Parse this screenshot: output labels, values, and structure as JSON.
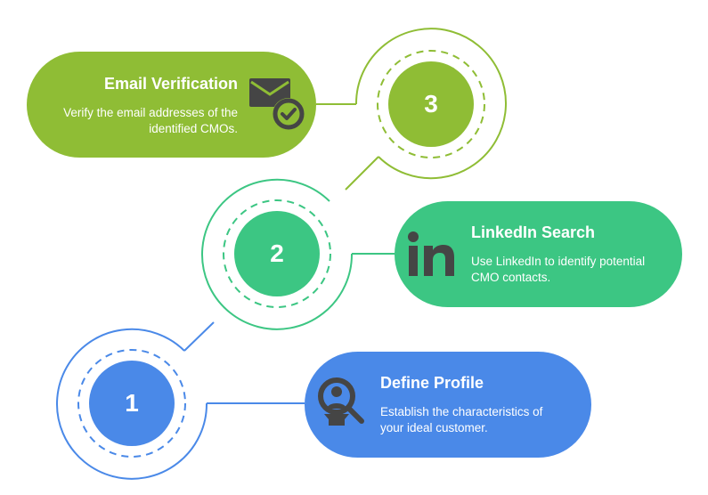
{
  "colors": {
    "step3": "#8fbd35",
    "step2": "#3cc683",
    "step1": "#4a89e8",
    "icon": "#454545"
  },
  "steps": [
    {
      "number": "1",
      "title": "Define Profile",
      "description": "Establish the characteristics of your ideal customer.",
      "icon": "profile-search-icon"
    },
    {
      "number": "2",
      "title": "LinkedIn Search",
      "description": "Use LinkedIn to identify potential CMO contacts.",
      "icon": "linkedin-icon"
    },
    {
      "number": "3",
      "title": "Email Verification",
      "description": "Verify the email addresses of the identified CMOs.",
      "icon": "email-check-icon"
    }
  ]
}
